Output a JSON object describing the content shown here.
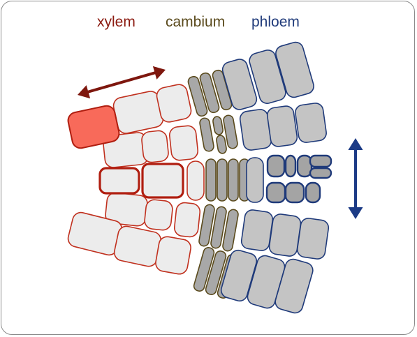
{
  "labels": {
    "xylem": "xylem",
    "cambium": "cambium",
    "phloem": "phloem"
  },
  "colors": {
    "xylem_text": "#8b1a10",
    "cambium_text": "#5a4a1c",
    "phloem_text": "#1f3a7a",
    "xylem_stroke": "#c0301e",
    "xylem_fill": "#ececec",
    "xylem_highlight_fill": "#f86a5a",
    "xylem_highlight_stroke": "#b01e10",
    "cambium_stroke": "#5a4a1c",
    "cambium_fill": "#a8a8a8",
    "phloem_stroke": "#1f3a7a",
    "phloem_fill": "#c4c4c4",
    "phloem_small_fill": "#a4a4a4",
    "arrow_red": "#7e170e",
    "arrow_blue": "#1c3b86"
  },
  "icons": {
    "horizontal_arrow": "double-headed-arrow-horizontal",
    "vertical_arrow": "double-headed-arrow-vertical"
  }
}
